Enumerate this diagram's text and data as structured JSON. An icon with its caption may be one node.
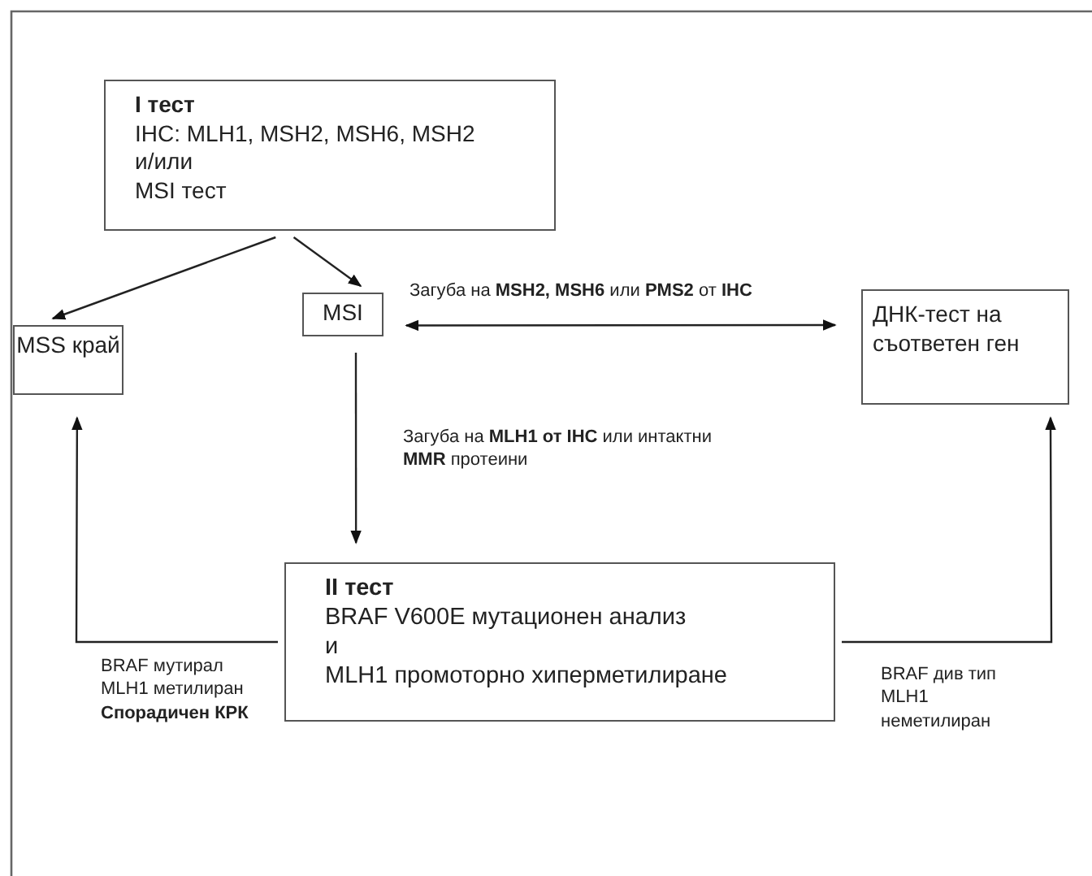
{
  "diagram": {
    "nodes": [
      {
        "text": [
          "I тест",
          "IHC: MLH1, MSH2, MSH6, MSH2",
          "и/или",
          "MSI тест"
        ]
      },
      {
        "text": [
          "MSS край"
        ]
      },
      {
        "text": [
          "MSI"
        ]
      },
      {
        "text": [
          "ДНК-тест на съответен ген"
        ]
      },
      {
        "text": [
          "II тест",
          "BRAF V600E мутационен анализ",
          "и",
          "MLH1 промоторно хиперметилиране"
        ]
      }
    ],
    "edges": [
      {
        "from": 0,
        "to": 1,
        "arrow": "to"
      },
      {
        "from": 0,
        "to": 2,
        "arrow": "to"
      },
      {
        "from": 2,
        "to": 3,
        "arrow": "both",
        "label": "Загуба на **MSH2, MSH6** или **PMS2** от **IHC**"
      },
      {
        "from": 2,
        "to": 4,
        "arrow": "to",
        "label": "Загуба на **MLH1 от IHC** или интактни **MMR** протеини"
      },
      {
        "from": 4,
        "to": 1,
        "arrow": "to",
        "label": "BRAF мутирал MLH1 метилиран **Спорадичен КРК**"
      },
      {
        "from": 4,
        "to": 3,
        "arrow": "to",
        "label": "BRAF див тип MLH1 неметилиран"
      }
    ]
  }
}
